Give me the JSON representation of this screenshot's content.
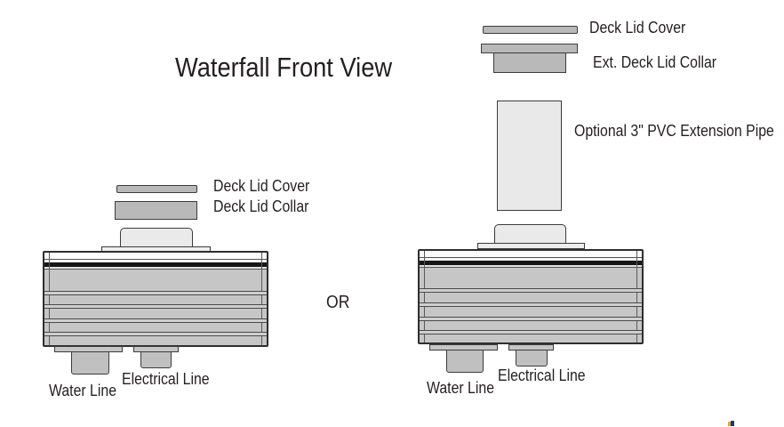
{
  "page": {
    "title": "Waterfall Front View",
    "or_label": "OR"
  },
  "colors": {
    "ink": "#231f20",
    "part_gray": "#b9b9b9",
    "box_body_gray": "#c6c6c6",
    "light_gray": "#e9e9e9",
    "black_band": "#161616",
    "outline": "#3c3c3c",
    "artifact_orange": "#e9a13b",
    "artifact_navy": "#1e3a5f"
  },
  "left_assembly": {
    "cover_label": "Deck Lid Cover",
    "collar_label": "Deck Lid Collar",
    "water_label": "Water Line",
    "electrical_label": "Electrical Line"
  },
  "right_assembly": {
    "cover_label": "Deck Lid Cover",
    "collar_label": "Ext. Deck Lid Collar",
    "extension_label": "Optional 3\" PVC Extension Pipe",
    "water_label": "Water Line",
    "electrical_label": "Electrical Line"
  }
}
